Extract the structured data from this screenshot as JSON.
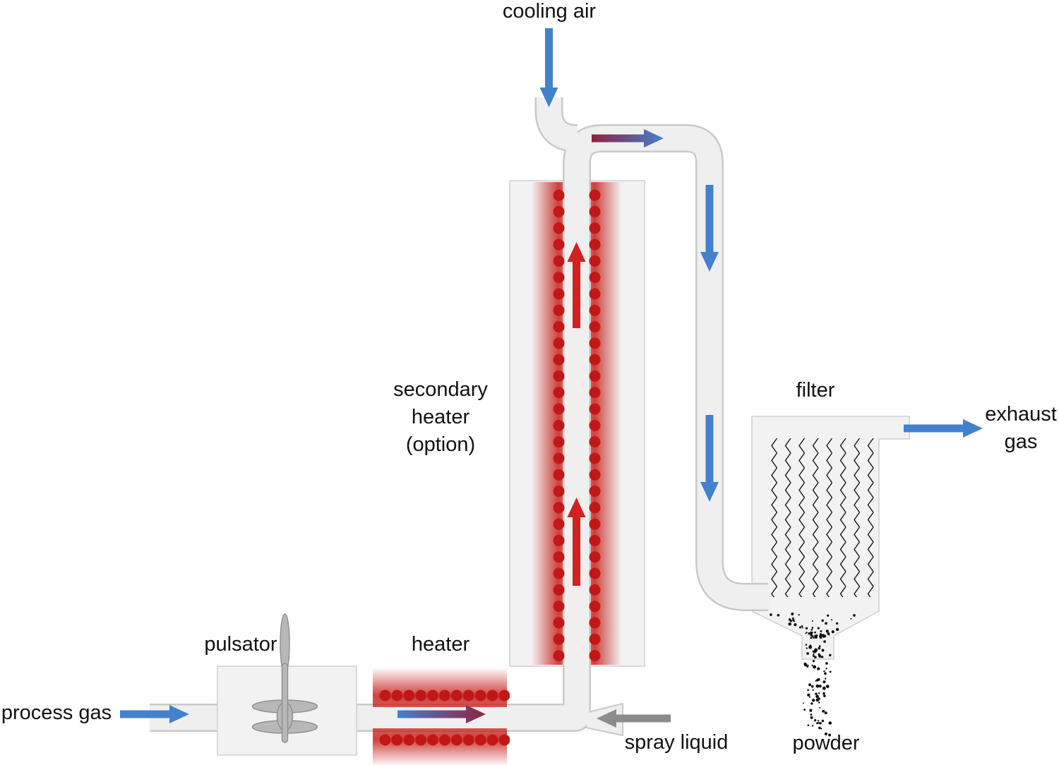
{
  "diagram": {
    "type": "process-flow-diagram",
    "labels": {
      "cooling_air": "cooling air",
      "secondary_heater": {
        "line1": "secondary",
        "line2": "heater",
        "line3": "(option)"
      },
      "heater": "heater",
      "pulsator": "pulsator",
      "process_gas": "process gas",
      "spray_liquid": "spray liquid",
      "filter": "filter",
      "exhaust": {
        "line1": "exhaust",
        "line2": "gas"
      },
      "powder": "powder"
    },
    "components": [
      {
        "id": "pulsator",
        "label": "pulsator"
      },
      {
        "id": "heater",
        "label": "heater"
      },
      {
        "id": "secondary-heater",
        "label": "secondary heater (option)"
      },
      {
        "id": "filter",
        "label": "filter"
      }
    ],
    "flows": [
      {
        "id": "process-gas",
        "label": "process gas",
        "direction": "right",
        "color": "blue"
      },
      {
        "id": "cooling-air",
        "label": "cooling air",
        "direction": "down",
        "color": "blue"
      },
      {
        "id": "spray-liquid",
        "label": "spray liquid",
        "direction": "left",
        "color": "gray"
      },
      {
        "id": "exhaust-gas",
        "label": "exhaust gas",
        "direction": "right",
        "color": "blue"
      },
      {
        "id": "powder",
        "label": "powder",
        "direction": "down",
        "color": "black"
      }
    ],
    "colors": {
      "background": "#ffffff",
      "pipe_fill": "#efefef",
      "pipe_border": "#c9c9c9",
      "box_fill": "#f2f2f2",
      "box_border": "#cfcfcf",
      "heater_dot": "#c21717",
      "heater_glow": "#c7211c",
      "arrow_blue": "#4381cd",
      "arrow_red": "#d32020",
      "arrow_gray": "#8c8c8c",
      "gradient_maroon": "#8e2340",
      "filter_element": "#151515",
      "powder_dot": "#111111",
      "valve_gray": "#b8b8b8",
      "valve_stroke": "#909090",
      "text": "#111111"
    }
  }
}
